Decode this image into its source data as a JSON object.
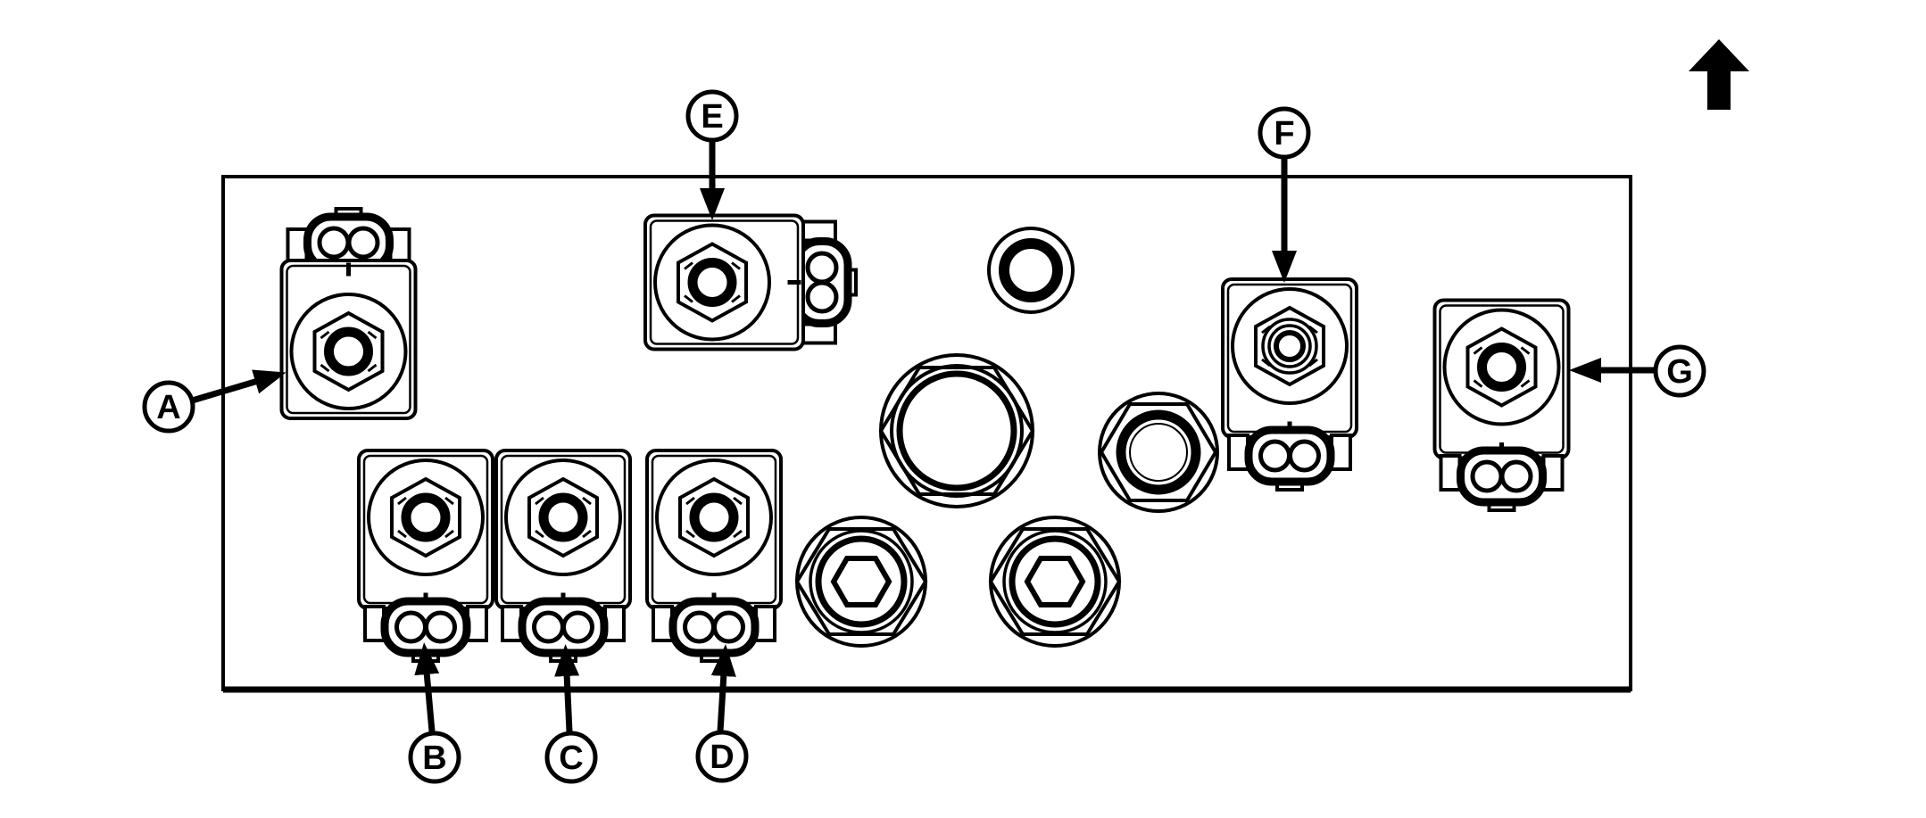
{
  "figure": {
    "description": "Hydraulic manifold solenoid valve identification diagram",
    "background_color": "#ffffff",
    "line_color": "#000000"
  },
  "callouts": [
    {
      "label": "A",
      "target": "solenoid-valve-a"
    },
    {
      "label": "B",
      "target": "solenoid-valve-b"
    },
    {
      "label": "C",
      "target": "solenoid-valve-c"
    },
    {
      "label": "D",
      "target": "solenoid-valve-d"
    },
    {
      "label": "E",
      "target": "solenoid-valve-e"
    },
    {
      "label": "F",
      "target": "solenoid-valve-f"
    },
    {
      "label": "G",
      "target": "solenoid-valve-g"
    }
  ],
  "unlabeled_components": [
    "round-port",
    "large-threaded-port",
    "hex-socket-plug-left",
    "hex-socket-plug-right",
    "hex-nut-fitting"
  ],
  "orientation_arrow": {
    "direction": "up"
  }
}
